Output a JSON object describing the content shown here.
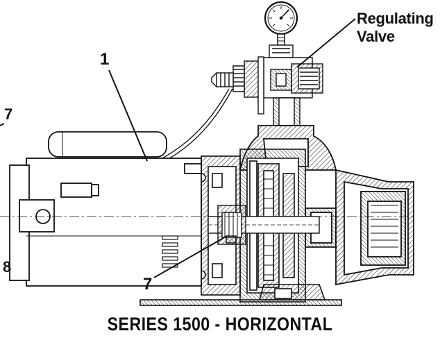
{
  "labels": {
    "callout_1": "1",
    "regulating_valve_line1": "Regulating",
    "regulating_valve_line2": "Valve",
    "edge_left_7": "7",
    "edge_left_8": "8",
    "callout_7": "7"
  },
  "caption": "SERIES 1500 - HORIZONTAL"
}
